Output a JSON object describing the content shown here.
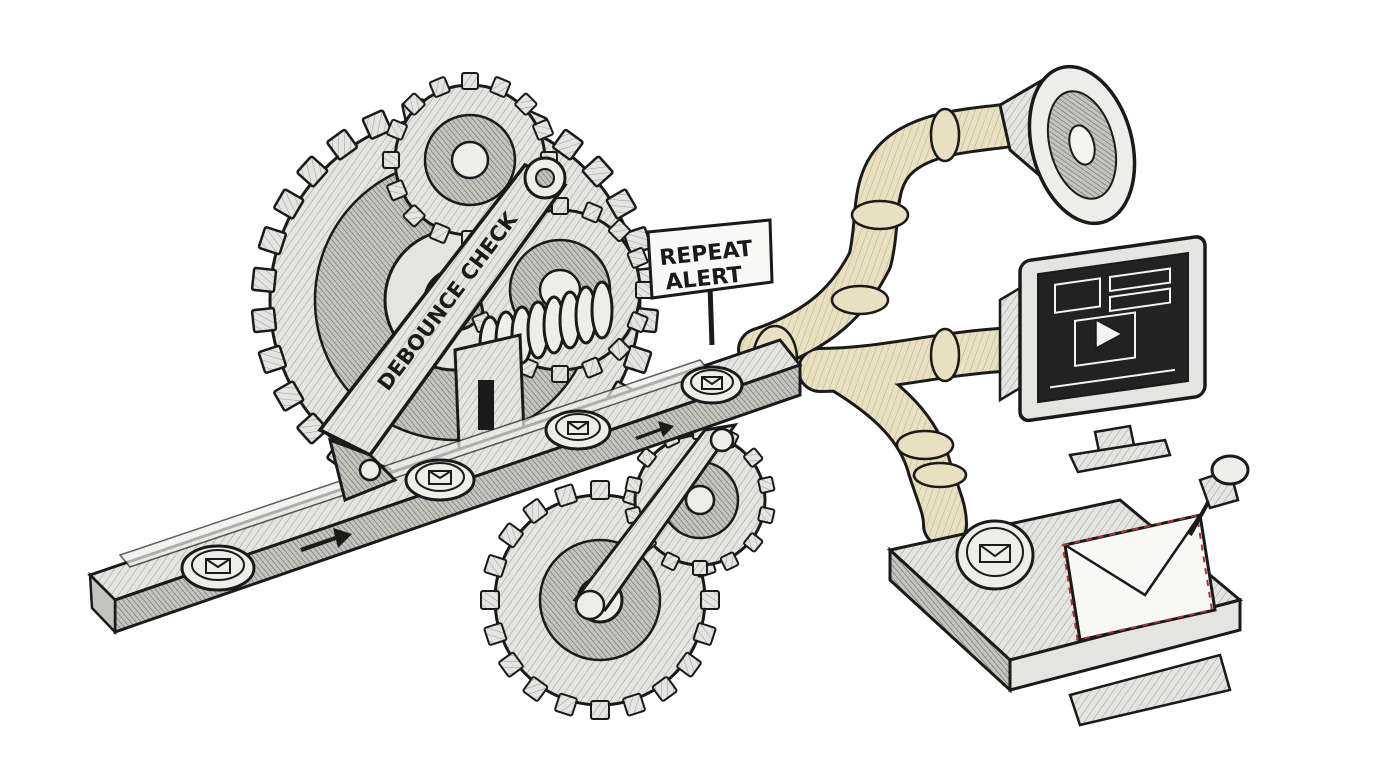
{
  "labels": {
    "debounce": "DEBOUNCE CHECK",
    "sign_line1": "REPEAT",
    "sign_line2": "ALERT"
  },
  "palette": {
    "ink": "#1a1a1a",
    "metal": "#e4e4e0",
    "metal_dark": "#b9b9b3",
    "brass": "#e8e0c0",
    "brass_dark": "#bdb38c",
    "screen": "#222222"
  },
  "icons": [
    "gear-icon",
    "envelope-icon",
    "arrow-right-icon",
    "megaphone-icon",
    "monitor-icon",
    "play-icon",
    "pushpin-icon",
    "inbox-tray-icon"
  ]
}
